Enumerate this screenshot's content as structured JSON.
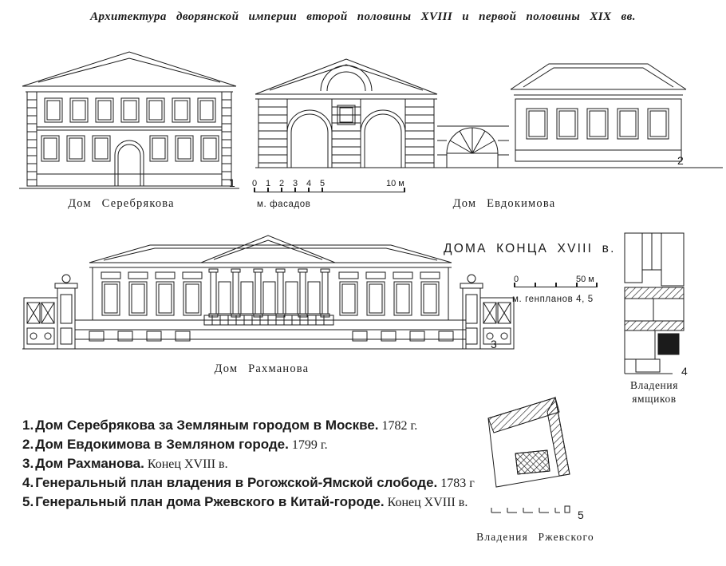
{
  "page": {
    "title": "Архитектура дворянской империи второй половины XVIII и первой половины XIX вв.",
    "heading": "ДОМА КОНЦА XVIII в."
  },
  "figures": {
    "serebryakov": {
      "caption": "Дом Серебрякова",
      "number": "1"
    },
    "evdokimov": {
      "caption": "Дом Евдокимова",
      "number": "2"
    },
    "rakhmanov": {
      "caption": "Дом Рахманова",
      "number": "3"
    },
    "yamshchiki": {
      "caption": "Владения ямщиков",
      "number": "4"
    },
    "rzhevsky": {
      "caption": "Владения Ржевского",
      "number": "5"
    }
  },
  "scales": {
    "facades": {
      "ticks": [
        "0",
        "1",
        "2",
        "3",
        "4",
        "5"
      ],
      "end_label": "10 м",
      "caption": "м. фасадов"
    },
    "genplans": {
      "start": "0",
      "end_label": "50 м",
      "caption": "м. генпланов 4, 5"
    }
  },
  "legend": [
    {
      "num": "1.",
      "bold": "Дом Серебрякова за Земляным городом в Москве.",
      "rest": " 1782 г."
    },
    {
      "num": "2.",
      "bold": "Дом Евдокимова в Земляном городе.",
      "rest": " 1799 г."
    },
    {
      "num": "3.",
      "bold": "Дом Рахманова.",
      "rest": " Конец XVIII в."
    },
    {
      "num": "4.",
      "bold": "Генеральный план владения в Рогожской-Ямской слободе.",
      "rest": " 1783 г"
    },
    {
      "num": "5.",
      "bold": "Генеральный план дома Ржевского в Китай-городе.",
      "rest": " Конец XVIII в."
    }
  ],
  "colors": {
    "ink": "#1b1b1b",
    "paper": "#ffffff"
  }
}
